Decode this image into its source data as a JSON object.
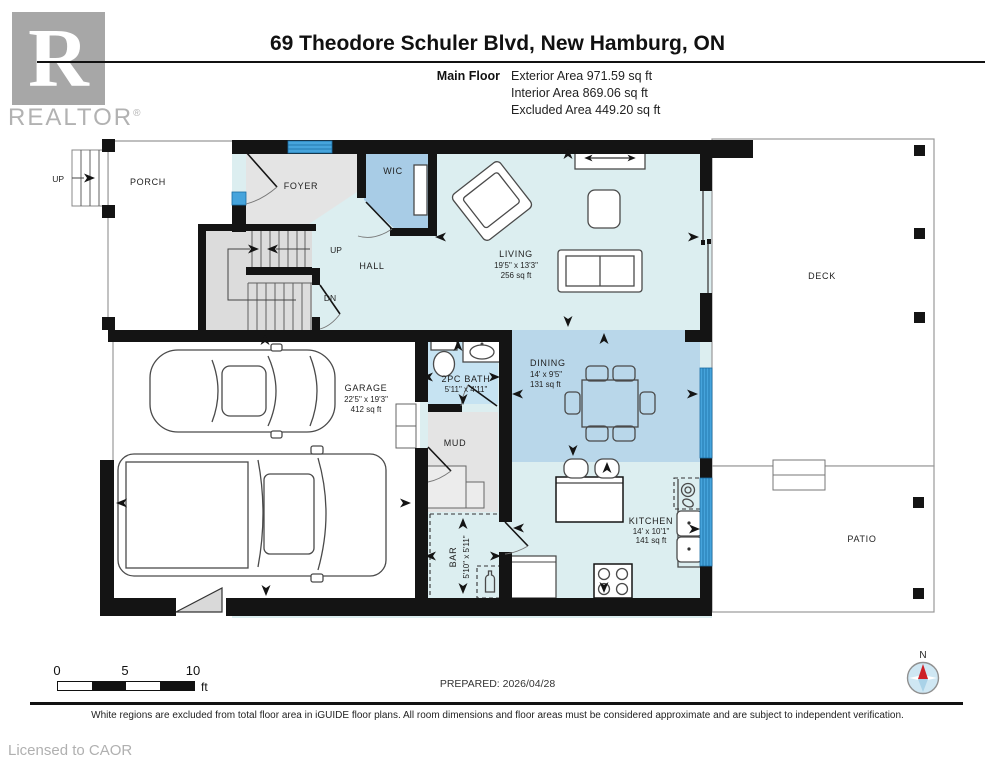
{
  "header": {
    "title": "69 Theodore Schuler Blvd, New Hamburg, ON",
    "floor_label": "Main Floor",
    "areas": [
      "Exterior Area 971.59 sq ft",
      "Interior Area 869.06 sq ft",
      "Excluded Area 449.20 sq ft"
    ],
    "logo": {
      "letter": "R",
      "word": "REALTOR",
      "reg": "®"
    }
  },
  "rooms": {
    "porch": {
      "name": "PORCH"
    },
    "foyer": {
      "name": "FOYER"
    },
    "wic": {
      "name": "WIC"
    },
    "hall": {
      "name": "HALL"
    },
    "living": {
      "name": "LIVING",
      "dims": "19'5\" x 13'3\"",
      "area": "256 sq ft"
    },
    "deck": {
      "name": "DECK"
    },
    "garage": {
      "name": "GARAGE",
      "dims": "22'5\" x 19'3\"",
      "area": "412 sq ft"
    },
    "bath": {
      "name": "2PC BATH",
      "dims": "5'11\" x 4'11\""
    },
    "mud": {
      "name": "MUD"
    },
    "dining": {
      "name": "DINING",
      "dims": "14' x 9'5\"",
      "area": "131 sq ft"
    },
    "kitchen": {
      "name": "KITCHEN",
      "dims": "14' x 10'1\"",
      "area": "141 sq ft"
    },
    "bar": {
      "name": "BAR",
      "dims": "5'10\" x 5'11\""
    },
    "patio": {
      "name": "PATIO"
    }
  },
  "stairs": {
    "porch_up": "UP",
    "up": "UP",
    "dn": "DN"
  },
  "footer": {
    "scale_ticks": [
      "0",
      "5",
      "10"
    ],
    "scale_unit": "ft",
    "prepared": "PREPARED: 2026/04/28",
    "compass_north": "N",
    "disclaimer": "White regions are excluded from total floor area in iGUIDE floor plans. All room dimensions and floor areas must be considered approximate and are subject to independent verification.",
    "license": "Licensed to CAOR"
  },
  "colors": {
    "wall": "#141414",
    "room_cyan": "#dceef0",
    "room_blue": "#b9d7ea",
    "wic_blue": "#a8cce6",
    "bath_blue": "#c6e3f2",
    "room_gray": "#e4e4e4",
    "window_blue": "#46a4dc",
    "compass_red": "#cd2026"
  }
}
